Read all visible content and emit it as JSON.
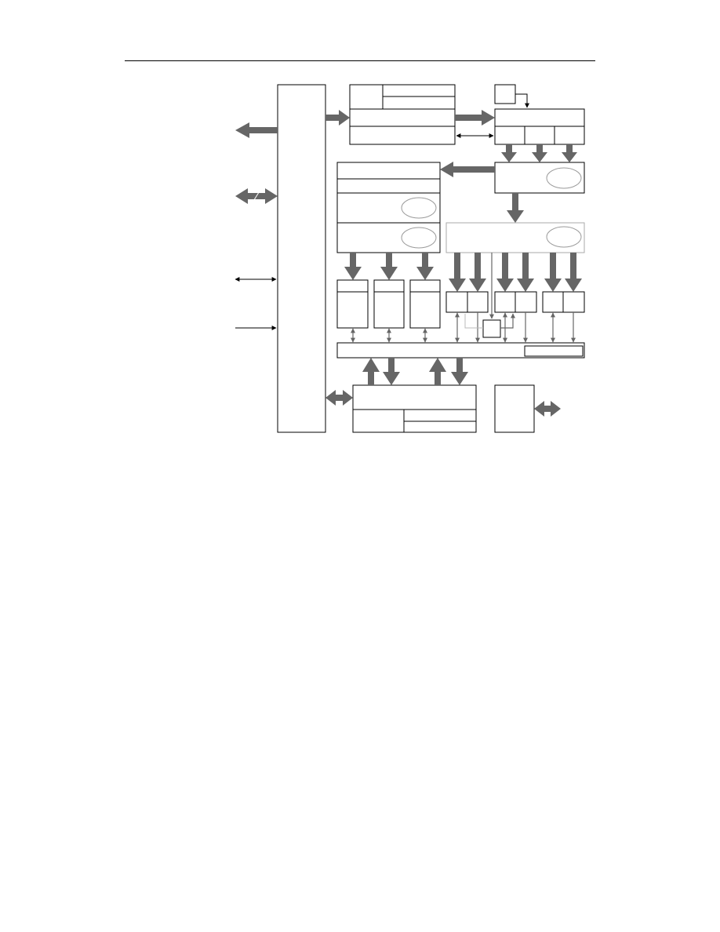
{
  "page": {
    "header_rule": true,
    "labels_visible": false
  },
  "diagram": {
    "type": "block-diagram",
    "colors": {
      "outline": "#000000",
      "arrow": "#666666",
      "ellipse": "#999999",
      "faint_outline": "#aaaaaa"
    },
    "blocks": [
      "left-bus-block",
      "top-register-block",
      "small-top-box",
      "timing-block",
      "control-stack-block",
      "decoder-block",
      "wide-decoder-block",
      "channel-boxes",
      "sub-channel-boxes",
      "mux-box",
      "common-bus",
      "bottom-control-block",
      "io-block"
    ]
  }
}
